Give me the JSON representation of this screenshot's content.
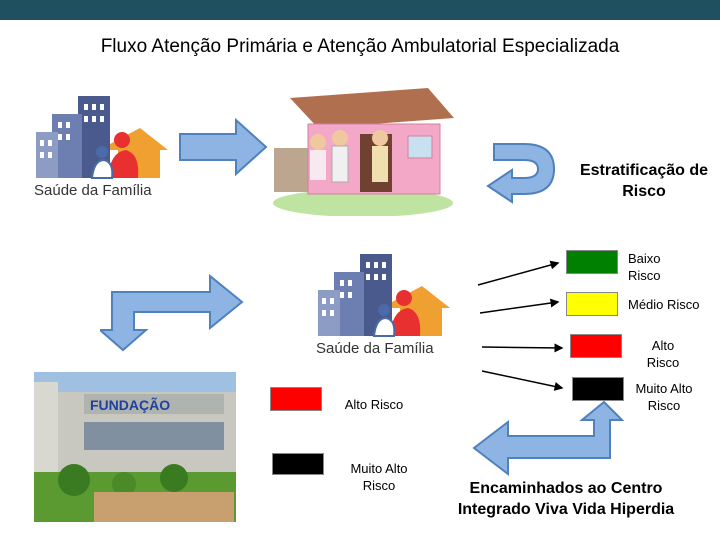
{
  "title": "Fluxo Atenção Primária e Atenção Ambulatorial Especializada",
  "logo_text": "Saúde da Família",
  "stratification_label": "Estratificação de Risco",
  "risk_levels": [
    {
      "label": "Baixo Risco",
      "color": "#008000"
    },
    {
      "label": "Médio Risco",
      "color": "#ffff00"
    },
    {
      "label": "Alto Risco",
      "color": "#ff0000"
    },
    {
      "label": "Muito Alto Risco",
      "color": "#000000"
    }
  ],
  "primary_care_levels": [
    {
      "label": "Alto Risco",
      "color": "#ff0000"
    },
    {
      "label": "Muito Alto Risco",
      "color": "#000000"
    }
  ],
  "referral_label": "Encaminhados ao Centro Integrado Viva Vida Hiperdia",
  "building_sign": "FUNDAÇÃO",
  "colors": {
    "topbar": "#1f5060",
    "arrow_fill": "#8db4e2",
    "arrow_stroke": "#4f81bd"
  }
}
